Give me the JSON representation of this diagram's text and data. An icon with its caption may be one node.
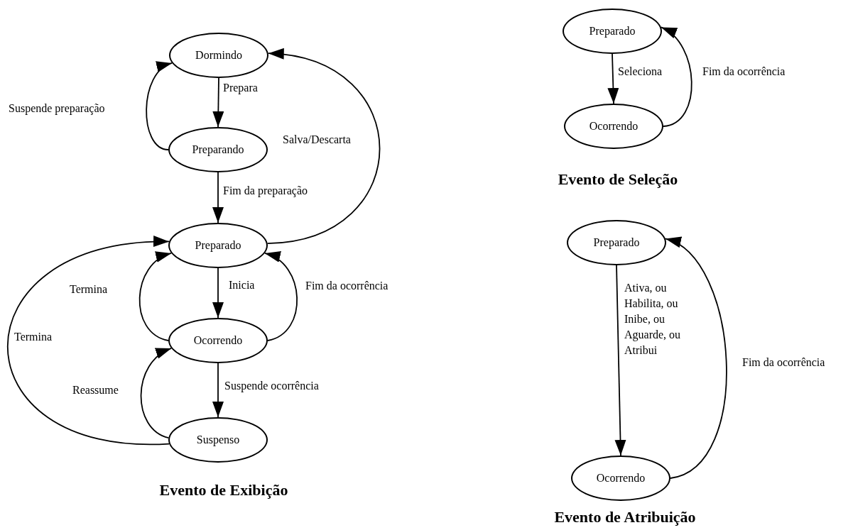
{
  "diagram": {
    "nodes": [
      {
        "text": [
          "Dormindo"
        ]
      },
      {
        "text": [
          "Preparando"
        ]
      },
      {
        "text": [
          "Preparado"
        ]
      },
      {
        "text": [
          "Ocorrendo"
        ]
      },
      {
        "text": [
          "Suspenso"
        ]
      },
      {
        "text": [
          "Preparado"
        ]
      },
      {
        "text": [
          "Ocorrendo"
        ]
      },
      {
        "text": [
          "Preparado"
        ]
      },
      {
        "text": [
          "Ocorrendo"
        ]
      }
    ],
    "edges": [
      {
        "from": 0,
        "to": 1,
        "arrow": "to",
        "label": "Prepara"
      },
      {
        "from": 1,
        "to": 0,
        "arrow": "to",
        "label": "Suspende preparação"
      },
      {
        "from": 1,
        "to": 2,
        "arrow": "to",
        "label": "Fim da preparação"
      },
      {
        "from": 2,
        "to": 0,
        "arrow": "to",
        "label": "Salva/Descarta"
      },
      {
        "from": 2,
        "to": 3,
        "arrow": "to",
        "label": "Inicia"
      },
      {
        "from": 3,
        "to": 2,
        "arrow": "to",
        "label": "Termina"
      },
      {
        "from": 3,
        "to": 2,
        "arrow": "to",
        "label": "Fim da ocorrência"
      },
      {
        "from": 3,
        "to": 4,
        "arrow": "to",
        "label": "Suspende ocorrência"
      },
      {
        "from": 4,
        "to": 3,
        "arrow": "to",
        "label": "Reassume"
      },
      {
        "from": 4,
        "to": 2,
        "arrow": "to",
        "label": "Termina"
      },
      {
        "from": 5,
        "to": 6,
        "arrow": "to",
        "label": "Seleciona"
      },
      {
        "from": 6,
        "to": 5,
        "arrow": "to",
        "label": "Fim da ocorrência"
      },
      {
        "from": 7,
        "to": 8,
        "arrow": "to",
        "label": "Ativa, ou Habilita, ou Inibe, ou Aguarde, ou Atribui"
      },
      {
        "from": 8,
        "to": 7,
        "arrow": "to",
        "label": "Fim da ocorrência"
      }
    ],
    "labels": [
      "Evento de Seleção",
      "Evento de Exibição",
      "Evento de Atribuição"
    ]
  }
}
